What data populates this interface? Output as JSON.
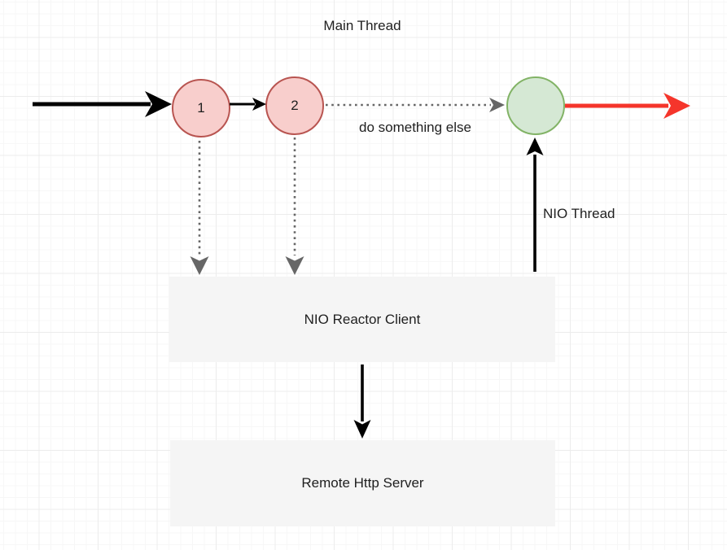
{
  "diagram": {
    "title_label": "Main Thread",
    "annotations": {
      "do_something_else": "do something else",
      "nio_thread": "NIO Thread"
    },
    "nodes": {
      "step1": {
        "label": "1"
      },
      "step2": {
        "label": "2"
      },
      "done_circle": {
        "label": ""
      },
      "reactor_client": {
        "label": "NIO Reactor Client"
      },
      "remote_server": {
        "label": "Remote Http Server"
      }
    },
    "arrows": [
      {
        "name": "main-thread-in-arrow",
        "style": "solid-black-thick"
      },
      {
        "name": "step1-to-step2-arrow",
        "style": "solid-black"
      },
      {
        "name": "step2-to-done-arrow",
        "style": "dotted-gray"
      },
      {
        "name": "step1-to-reactor-arrow",
        "style": "dotted-gray"
      },
      {
        "name": "step2-to-reactor-arrow",
        "style": "dotted-gray"
      },
      {
        "name": "nio-thread-up-arrow",
        "style": "solid-black"
      },
      {
        "name": "reactor-to-server-arrow",
        "style": "solid-black"
      },
      {
        "name": "main-thread-out-arrow",
        "style": "solid-red-thick"
      }
    ],
    "colors": {
      "step-fill": "#f8cecc",
      "step-stroke": "#b85450",
      "done-fill": "#d5e8d4",
      "done-stroke": "#82b366",
      "box-fill": "#f5f5f5",
      "arrow-black": "#000000",
      "arrow-gray": "#666666",
      "arrow-red": "#f5352b",
      "text": "#1f1f1f"
    }
  }
}
